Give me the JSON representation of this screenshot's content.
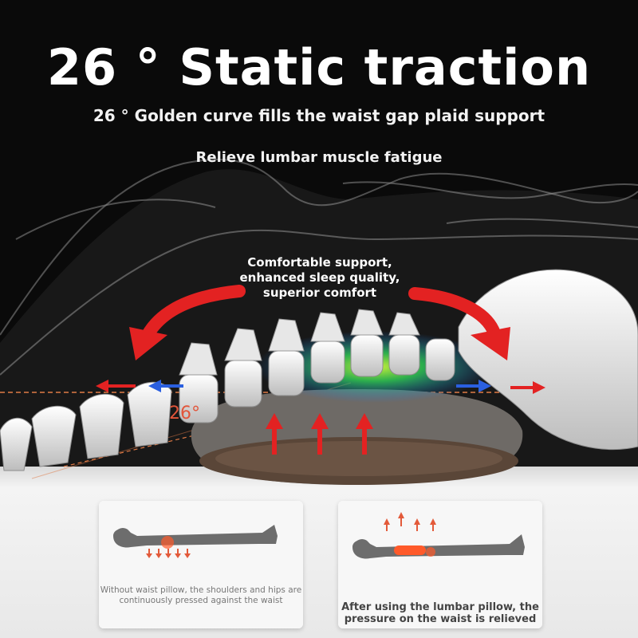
{
  "hero": {
    "title": "26 ° Static traction",
    "subtitle": "26 ° Golden curve fills the waist gap plaid support",
    "tagline": "Relieve lumbar muscle fatigue",
    "callout": "Comfortable support,\nenhanced sleep quality,\nsuperior comfort",
    "angle_label": "26°",
    "colors": {
      "background": "#0a0a0a",
      "arrow_red": "#e32222",
      "arrow_blue": "#2a5fe0",
      "guide_line": "#e07a45",
      "pillow_cover": "#6e6a66",
      "pillow_top": "#5a4638"
    }
  },
  "comparison": {
    "without": {
      "caption": "Without waist pillow, the shoulders and hips are continuously pressed against the waist",
      "icon": "body-lying-icon"
    },
    "with": {
      "caption": "After using the lumbar pillow, the pressure on the waist is relieved",
      "icon": "body-lying-with-pillow-icon"
    }
  }
}
